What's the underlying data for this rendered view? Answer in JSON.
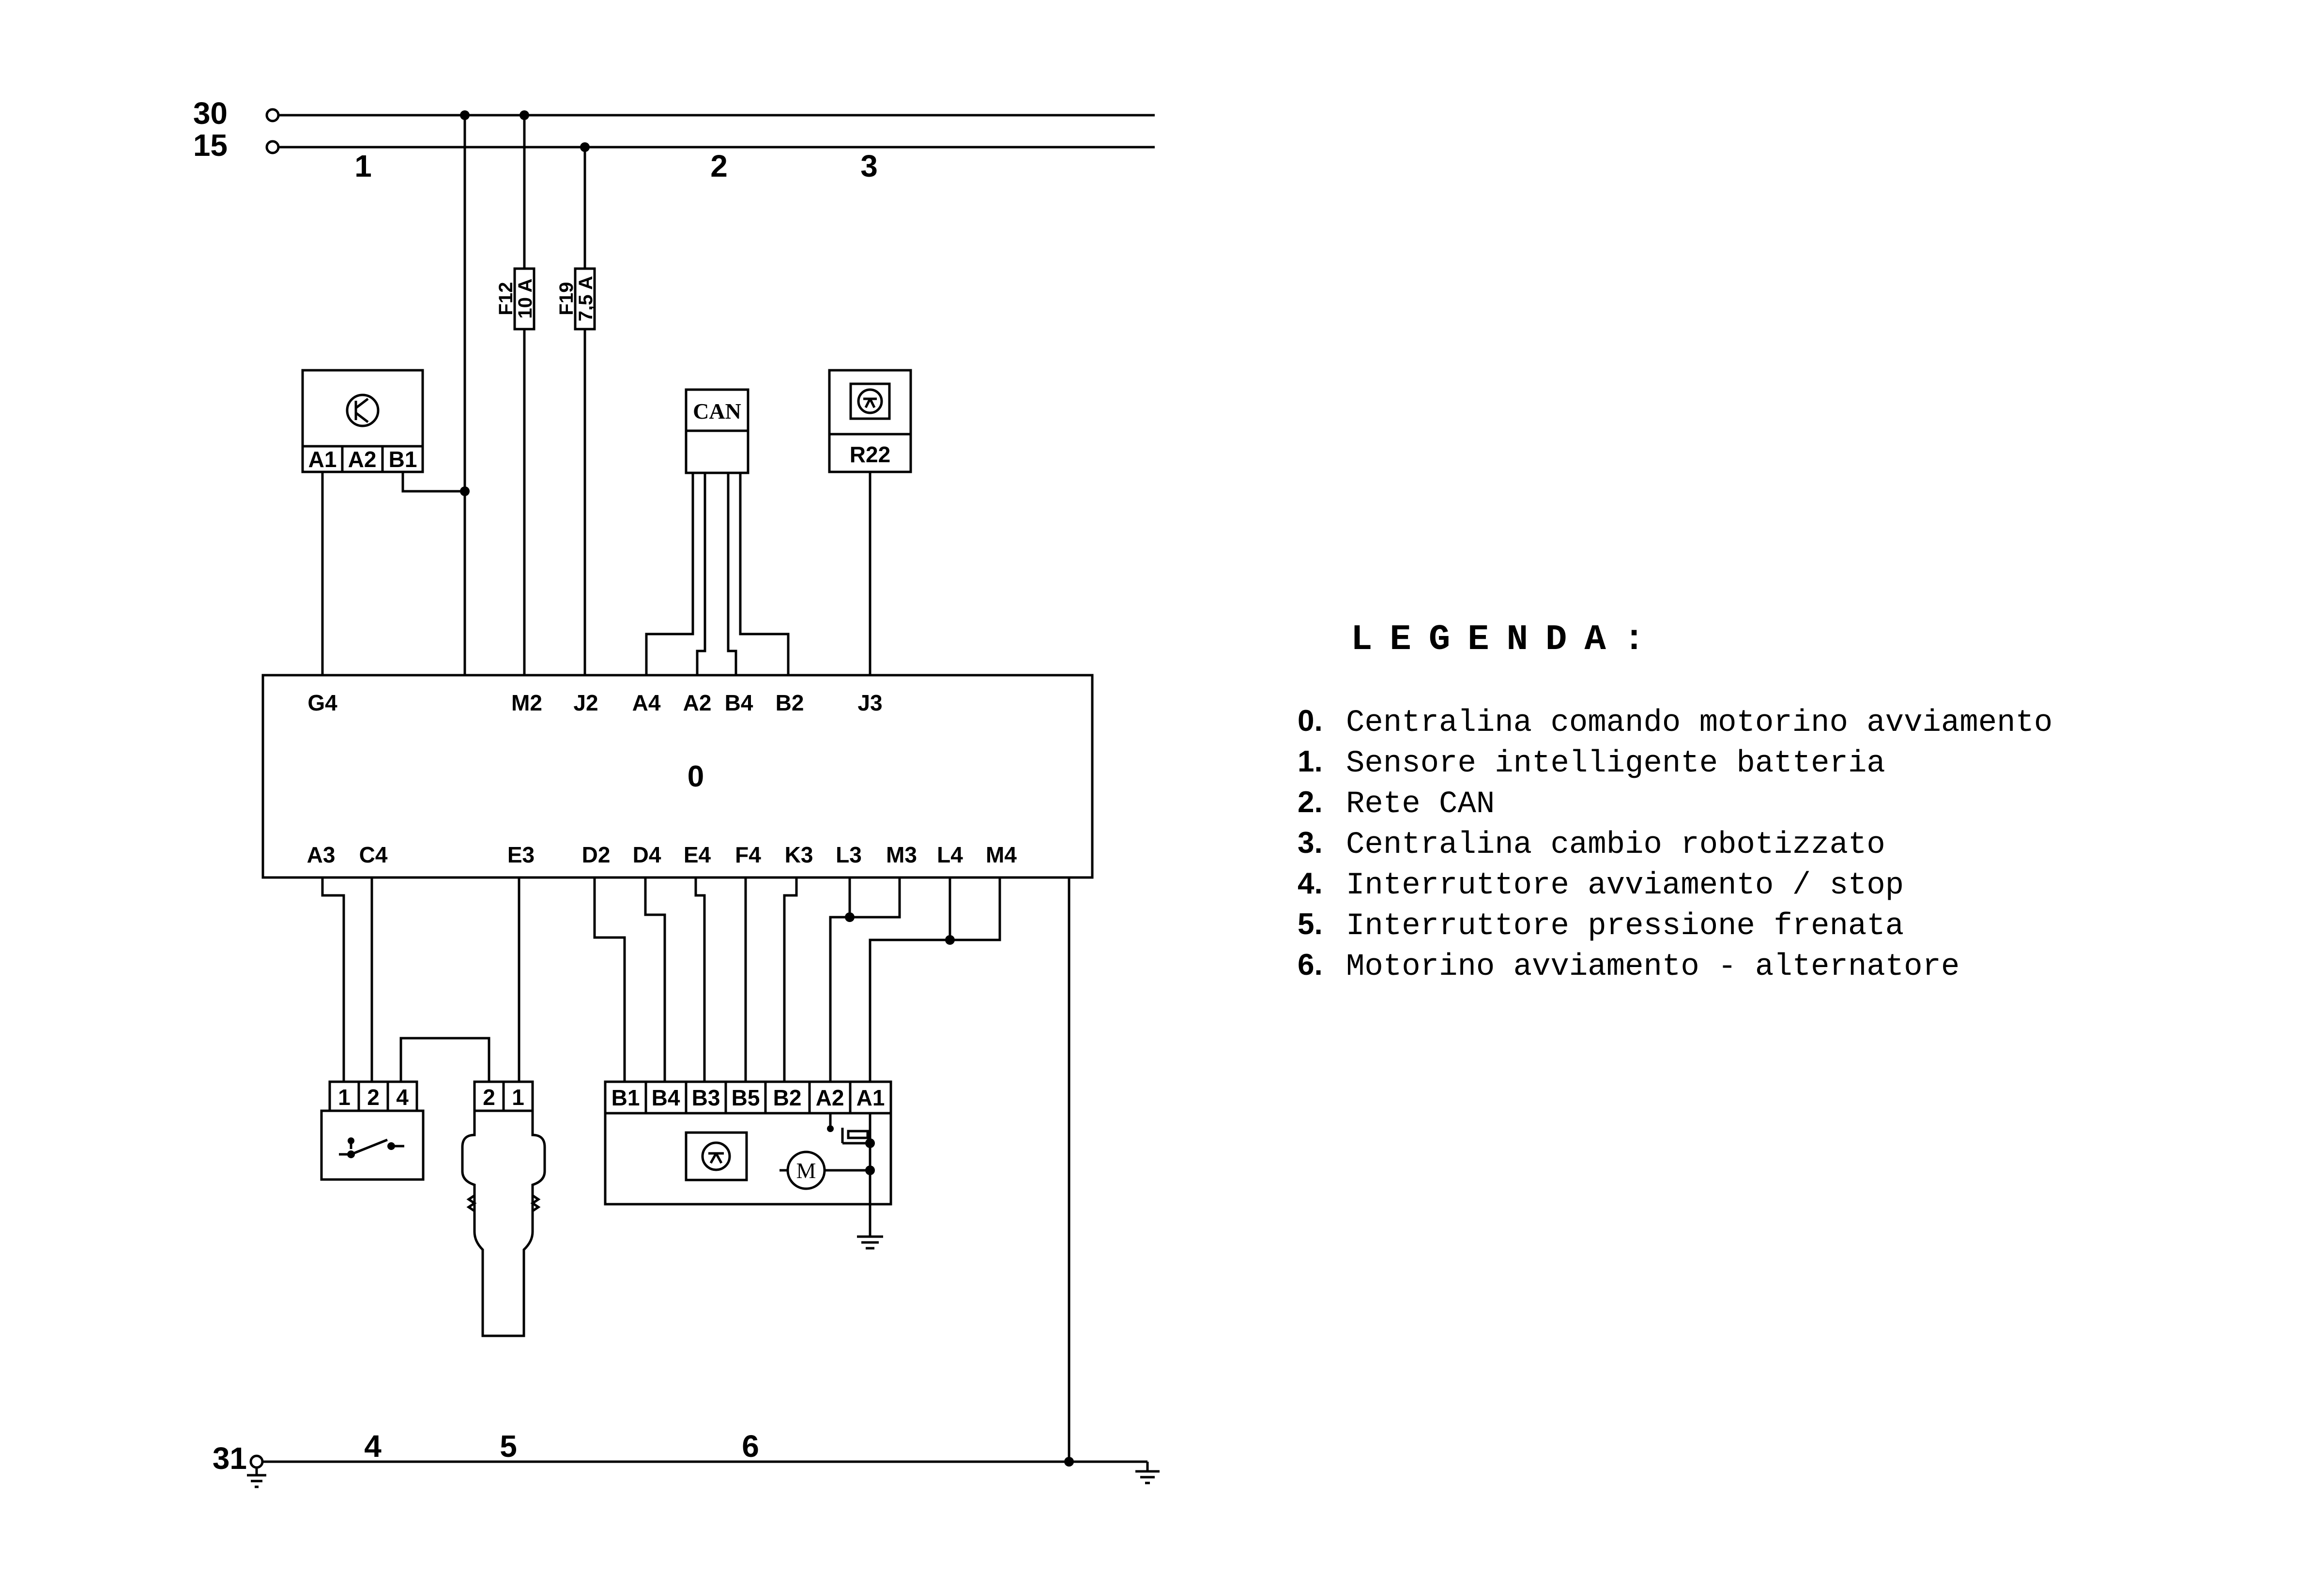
{
  "supply": {
    "line_30": "30",
    "line_15": "15",
    "ground_31": "31"
  },
  "sections": {
    "top": [
      "1",
      "2",
      "3"
    ],
    "bottom": [
      "4",
      "5",
      "6"
    ]
  },
  "fuses": {
    "f12": {
      "name": "F12",
      "rating": "10 A"
    },
    "f19": {
      "name": "F19",
      "rating": "7,5 A"
    }
  },
  "sensor_battery": {
    "pins": [
      "A1",
      "A2",
      "B1"
    ]
  },
  "can_node": {
    "label": "CAN"
  },
  "gearbox_ecu": {
    "pin": "R22"
  },
  "main_ecu": {
    "id": "0",
    "top_pins": [
      "G4",
      "M2",
      "J2",
      "A4",
      "A2",
      "B4",
      "B2",
      "J3"
    ],
    "bottom_pins": [
      "A3",
      "C4",
      "E3",
      "D2",
      "D4",
      "E4",
      "F4",
      "K3",
      "L3",
      "M3",
      "L4",
      "M4"
    ]
  },
  "start_stop_switch": {
    "pins": [
      "1",
      "2",
      "4"
    ]
  },
  "brake_pressure_switch": {
    "pins": [
      "2",
      "1"
    ]
  },
  "starter_alternator": {
    "pins": [
      "B1",
      "B4",
      "B3",
      "B5",
      "B2",
      "A2",
      "A1"
    ],
    "motor_symbol": "M"
  },
  "legend": {
    "title": "LEGENDA:",
    "items": [
      {
        "num": "0.",
        "text": "Centralina comando motorino avviamento"
      },
      {
        "num": "1.",
        "text": "Sensore intelligente batteria"
      },
      {
        "num": "2.",
        "text": "Rete CAN"
      },
      {
        "num": "3.",
        "text": "Centralina cambio robotizzato"
      },
      {
        "num": "4.",
        "text": "Interruttore avviamento / stop"
      },
      {
        "num": "5.",
        "text": "Interruttore pressione frenata"
      },
      {
        "num": "6.",
        "text": "Motorino avviamento - alternatore"
      }
    ]
  }
}
